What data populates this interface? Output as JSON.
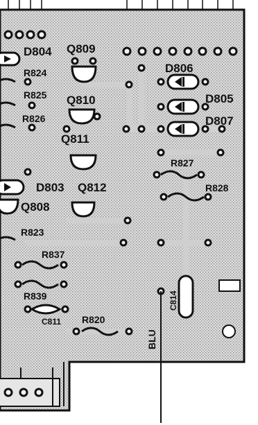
{
  "board": {
    "labels": {
      "d804": "D804",
      "q809": "Q809",
      "r824": "R824",
      "r825": "R825",
      "q810": "Q810",
      "r826": "R826",
      "q811": "Q811",
      "d806": "D806",
      "d805": "D805",
      "d807": "D807",
      "r827": "R827",
      "r828": "R828",
      "d803": "D803",
      "q812": "Q812",
      "q808": "Q808",
      "r823": "R823",
      "r837": "R837",
      "r839": "R839",
      "c811": "C811",
      "r820": "R820",
      "c814": "C814",
      "blu": "BLU"
    }
  }
}
